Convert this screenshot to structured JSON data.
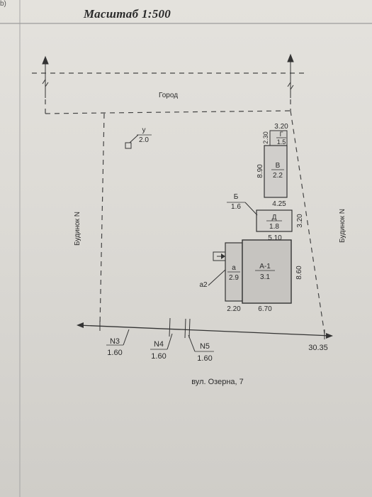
{
  "header": {
    "scale_label": "Масштаб 1:500",
    "corner_mark": "b)"
  },
  "boundaries": {
    "north": "Город",
    "west": "Будинок N",
    "east": "Будинок N"
  },
  "street": "вул. Озерна, 7",
  "item_u": {
    "letter": "у",
    "value": "2.0"
  },
  "building_g": {
    "letter": "Г",
    "value": "1.5",
    "width": "3.20",
    "height": "2.30"
  },
  "building_v": {
    "letter": "В",
    "value": "2.2",
    "height": "8.90",
    "width": "4.25"
  },
  "building_b": {
    "letter": "Б",
    "value": "1.6"
  },
  "building_d": {
    "letter": "Д",
    "value": "1.8",
    "width": "5.10",
    "height": "3.20"
  },
  "building_a1": {
    "letter": "А-1",
    "value": "3.1",
    "width": "6.70",
    "height": "8.60"
  },
  "building_a": {
    "letter": "а",
    "value": "2.9",
    "width": "2.20"
  },
  "porch": {
    "label": "а2"
  },
  "points": [
    {
      "name": "N3",
      "value": "1.60"
    },
    {
      "name": "N4",
      "value": "1.60"
    },
    {
      "name": "N5",
      "value": "1.60"
    }
  ],
  "street_length": "30.35",
  "colors": {
    "paper": "#e0ded9",
    "ink": "#2b2b2b",
    "building_fill": "#c9c7c3"
  }
}
